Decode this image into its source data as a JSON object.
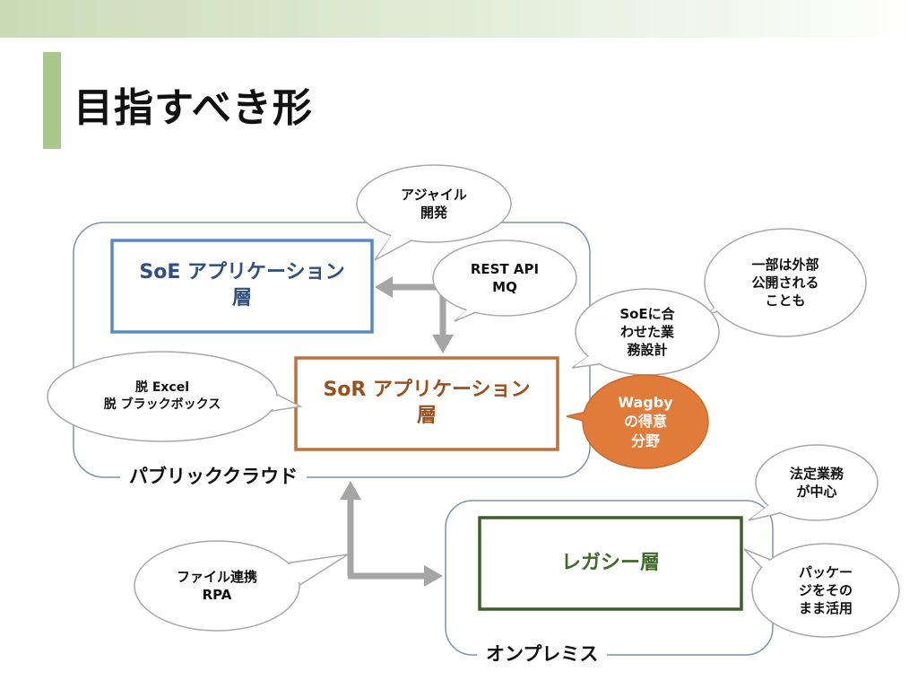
{
  "slide": {
    "title": "目指すべき形"
  },
  "zones": {
    "cloud_label": "パブリッククラウド",
    "onprem_label": "オンプレミス"
  },
  "layers": {
    "soe": "SoE アプリケーション\n層",
    "sor": "SoR アプリケーション\n層",
    "legacy": "レガシー層"
  },
  "callouts": {
    "agile": "アジャイル\n開発",
    "rest_mq": "REST API\nMQ",
    "partial_public": "一部は外部\n公開される\nことも",
    "soe_design": "SoEに合\nわせた業\n務設計",
    "excel_blackbox": "脱 Excel\n脱 ブラックボックス",
    "wagby": "Wagby\nの得意\n分野",
    "legal": "法定業務\nが中心",
    "package": "パッケー\nジをその\nまま活用",
    "file_rpa": "ファイル連携\nRPA"
  },
  "colors": {
    "soe": "#5a8ac6",
    "soe_text": "#2f4f7f",
    "sor": "#c0703a",
    "sor_text": "#9a4f1c",
    "legacy": "#3f5f2a",
    "legacy_text": "#3f6a2a",
    "wagby_fill": "#e07b3a",
    "arrow": "#a5a5a5",
    "zone_border": "#7d93b0",
    "bubble_border": "#a8a8a8"
  }
}
